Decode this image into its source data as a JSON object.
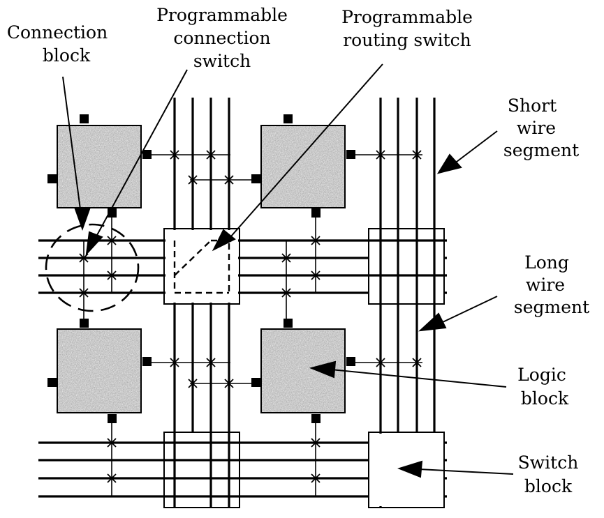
{
  "diagram": {
    "labels": {
      "connection_block": [
        "Connection",
        "block"
      ],
      "programmable_connection_switch": [
        "Programmable",
        "connection",
        "switch"
      ],
      "programmable_routing_switch": [
        "Programmable",
        "routing switch"
      ],
      "short_wire_segment": [
        "Short",
        "wire",
        "segment"
      ],
      "long_wire_segment": [
        "Long",
        "wire",
        "segment"
      ],
      "logic_block": [
        "Logic",
        "block"
      ],
      "switch_block": [
        "Switch",
        "block"
      ]
    },
    "colors": {
      "line": "#000000",
      "background": "#ffffff",
      "logic_block_fill": "#bdbdbd",
      "switch_block_fill": "#ffffff"
    }
  }
}
